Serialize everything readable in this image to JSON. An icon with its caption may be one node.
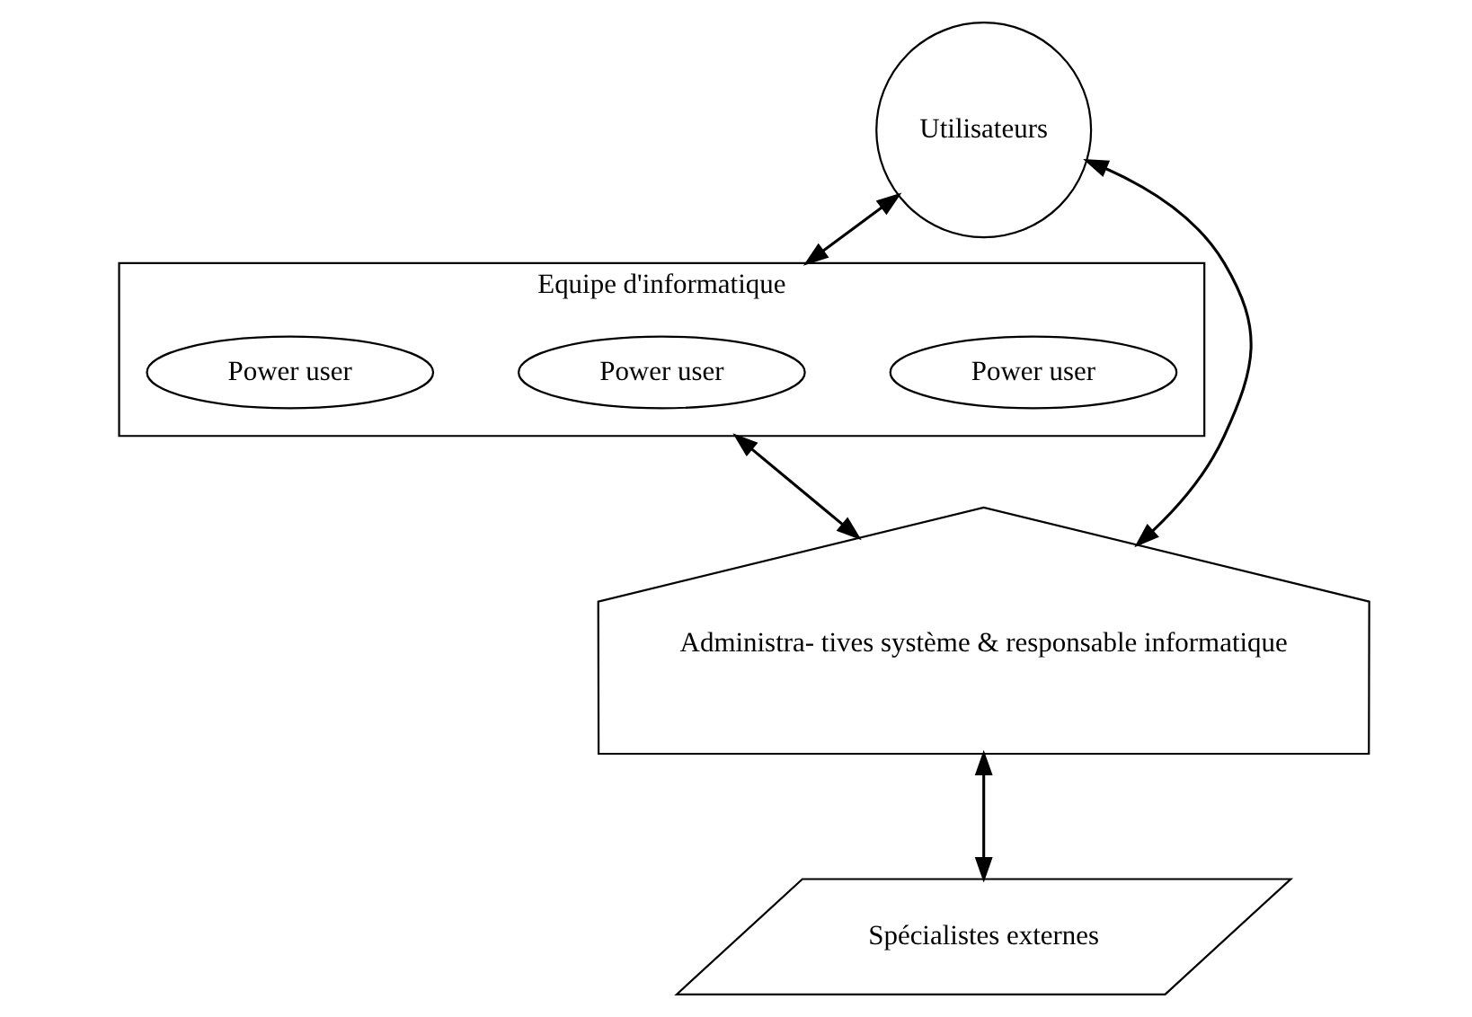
{
  "diagram": {
    "nodes": [
      {
        "text": [
          "Equipe d'informatique"
        ]
      },
      {
        "text": [
          "Power user"
        ],
        "in": 0
      },
      {
        "text": [
          "Power user"
        ],
        "in": 0
      },
      {
        "text": [
          "Power user"
        ],
        "in": 0
      },
      {
        "text": [
          "Utilisateurs"
        ]
      },
      {
        "text": [
          "Administra- tives système & responsable informatique"
        ]
      },
      {
        "text": [
          "Spécialistes externes"
        ]
      }
    ],
    "edges": [
      {
        "from": 4,
        "to": 0,
        "arrow": "both"
      },
      {
        "from": 0,
        "to": 5,
        "arrow": "both"
      },
      {
        "from": 4,
        "to": 5,
        "arrow": "both"
      },
      {
        "from": 5,
        "to": 6,
        "arrow": "both"
      }
    ]
  }
}
